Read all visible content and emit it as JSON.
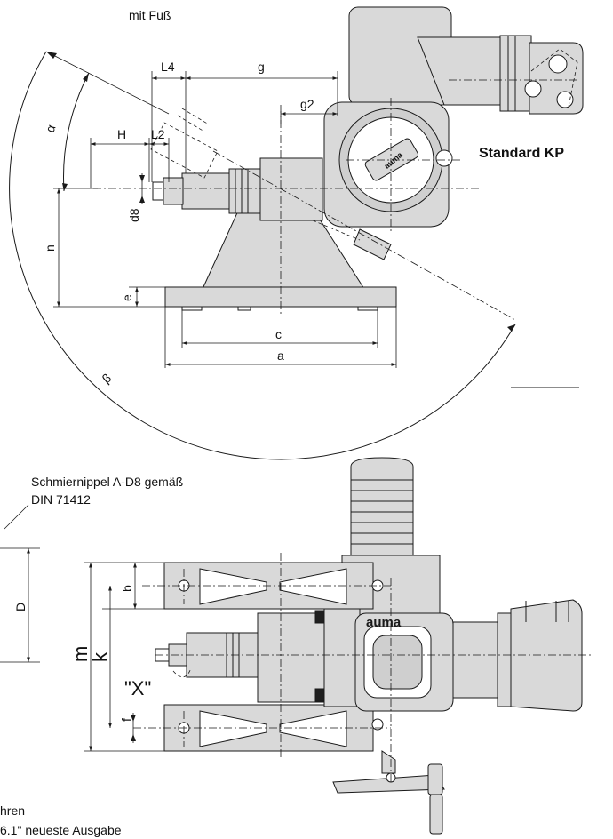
{
  "texts": {
    "top_label": "mit Fuß",
    "standard_label": "Standard KP",
    "nipple_line1": "Schmiernippel A-D8 gemäß",
    "nipple_line2": "DIN 71412",
    "view_label": "\"X\"",
    "footer_line1": "hren",
    "footer_line2": "6.1\" neueste Ausgabe",
    "brand_text": "auma",
    "knob_brand": "auma"
  },
  "dimensions": {
    "L4": "L4",
    "g": "g",
    "g2": "g2",
    "H": "H",
    "L2": "L2",
    "alpha": "α",
    "beta": "β",
    "d8": "d8",
    "n": "n",
    "e": "e",
    "c": "c",
    "a": "a",
    "D": "D",
    "b": "b",
    "m": "m",
    "k": "k",
    "f": "f"
  },
  "colors": {
    "line": "#1a1a1a",
    "fill": "#d9d9d9",
    "background": "#ffffff"
  }
}
